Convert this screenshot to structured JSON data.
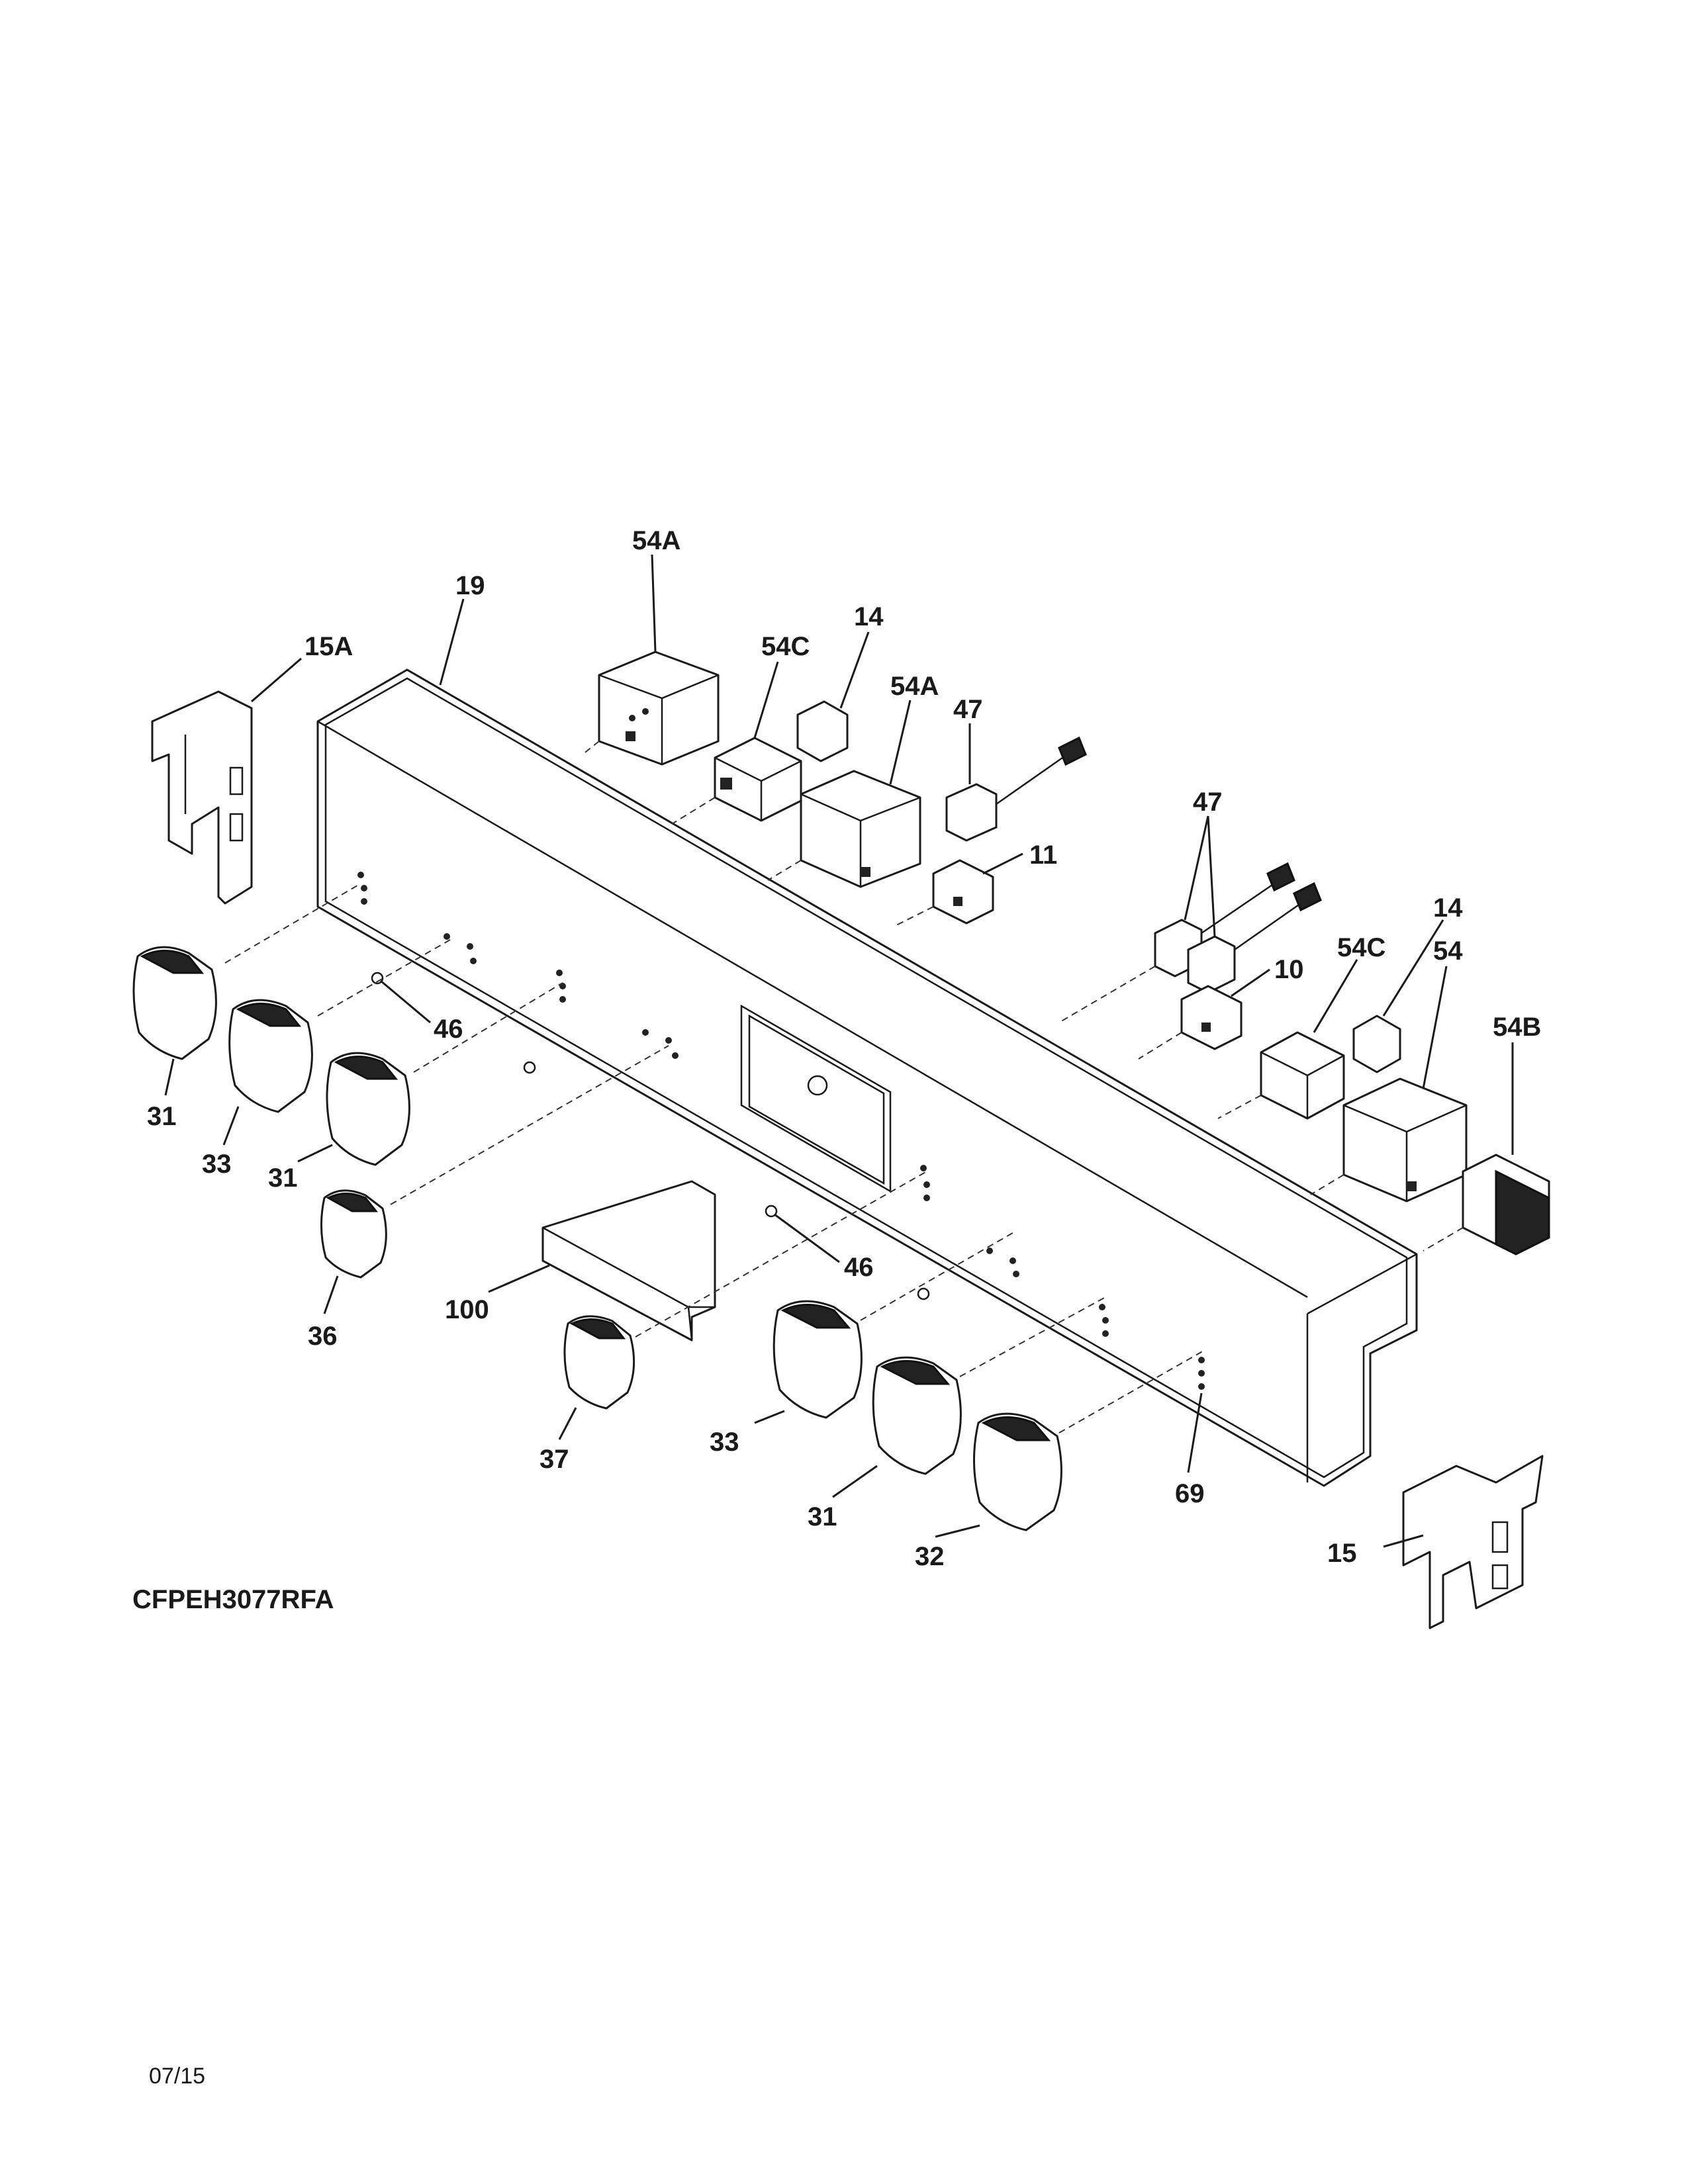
{
  "model_number": "CFPEH3077RFA",
  "revision_date": "07/15",
  "callouts": {
    "c19": "19",
    "c15A": "15A",
    "c54A_top": "54A",
    "c54C_top": "54C",
    "c14_top": "14",
    "c54A_mid": "54A",
    "c47_top": "47",
    "c11": "11",
    "c47_right": "47",
    "c14_right": "14",
    "c10": "10",
    "c54C_right": "54C",
    "c54": "54",
    "c54B": "54B",
    "c46_left": "46",
    "c46_mid": "46",
    "c31_a": "31",
    "c33_a": "33",
    "c31_b": "31",
    "c36": "36",
    "c100": "100",
    "c37": "37",
    "c33_b": "33",
    "c31_c": "31",
    "c32": "32",
    "c69": "69",
    "c15": "15"
  }
}
